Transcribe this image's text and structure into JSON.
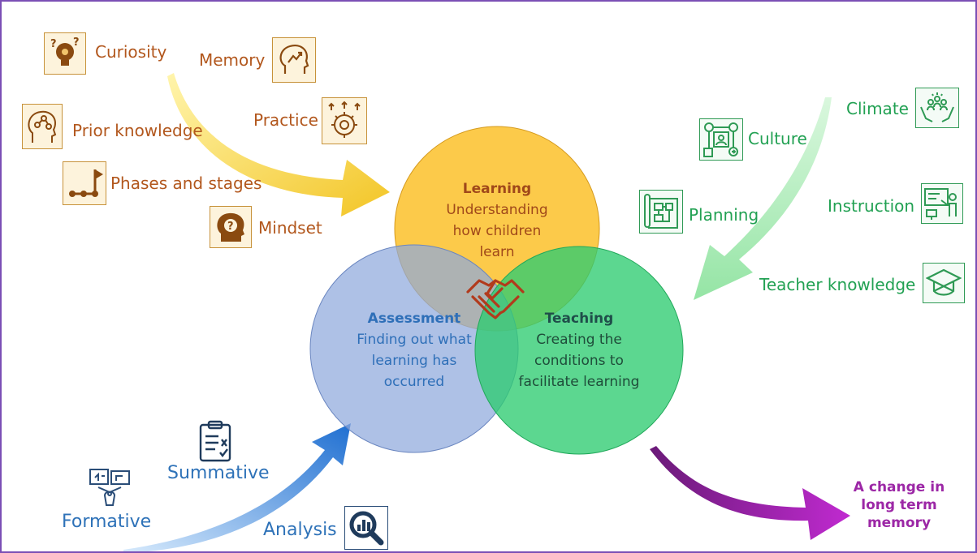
{
  "circles": {
    "learning": {
      "heading": "Learning",
      "body": [
        "Understanding",
        "how children",
        "learn"
      ]
    },
    "assessment": {
      "heading": "Assessment",
      "body": [
        "Finding out what",
        "learning has",
        "occurred"
      ]
    },
    "teaching": {
      "heading": "Teaching",
      "body": [
        "Creating the",
        "conditions to",
        "facilitate learning"
      ]
    }
  },
  "learning_factors": {
    "curiosity": "Curiosity",
    "memory": "Memory",
    "prior_knowledge": "Prior knowledge",
    "practice": "Practice",
    "phases": "Phases and stages",
    "mindset": "Mindset"
  },
  "teaching_factors": {
    "climate": "Climate",
    "culture": "Culture",
    "planning": "Planning",
    "instruction": "Instruction",
    "teacher_knowledge": "Teacher knowledge"
  },
  "assessment_factors": {
    "summative": "Summative",
    "formative": "Formative",
    "analysis": "Analysis"
  },
  "outcome": [
    "A change in",
    "long term",
    "memory"
  ],
  "colors": {
    "learning": "#fcc63b",
    "teaching": "#2ecc71",
    "assessment": "#8fa9dc",
    "learning_text": "#b2571d",
    "teaching_text": "#22a153",
    "assessment_text": "#2e72b8",
    "outcome": "#9c27a6",
    "border": "#7b4fb5"
  },
  "icons": {
    "curiosity": "lightbulb-question-icon",
    "memory": "head-growth-icon",
    "prior_knowledge": "head-network-icon",
    "practice": "brain-gear-icon",
    "phases": "flag-path-icon",
    "mindset": "head-question-icon",
    "climate": "hands-group-icon",
    "culture": "org-chart-icon",
    "planning": "blueprint-icon",
    "instruction": "presenter-icon",
    "teacher_knowledge": "graduation-cap-icon",
    "summative": "clipboard-check-icon",
    "formative": "feedback-icon",
    "analysis": "magnifier-chart-icon",
    "center": "handshake-icon"
  }
}
